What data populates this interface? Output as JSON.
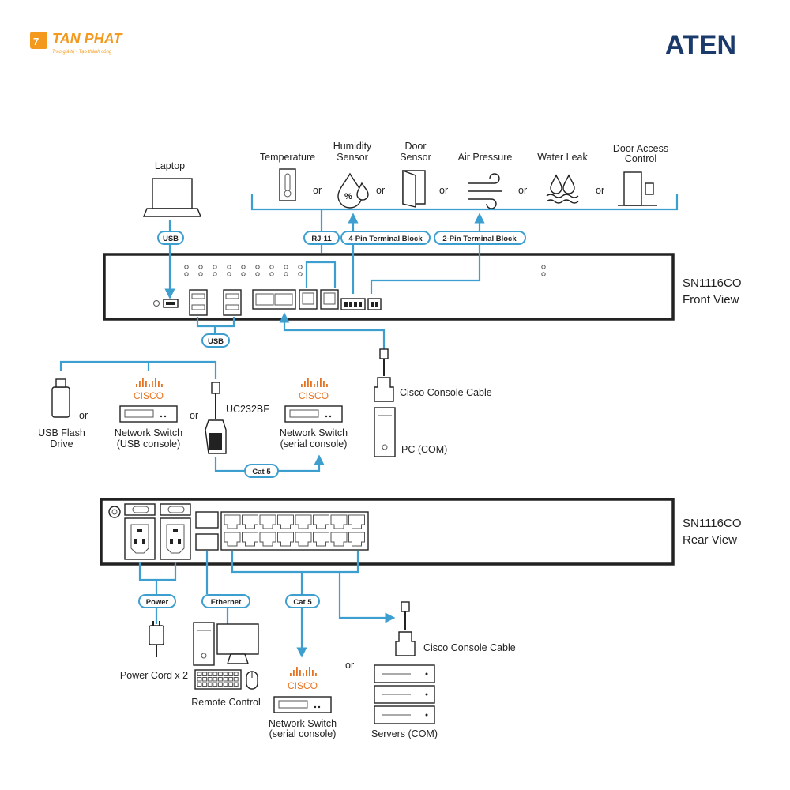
{
  "header": {
    "brand_left": "TAN PHAT",
    "brand_left_tagline": "Trao giá trị - Tạo thành công",
    "brand_right": "ATEN"
  },
  "colors": {
    "connector": "#3d9fd0",
    "cisco": "#e8731f",
    "device": "#222222"
  },
  "front": {
    "sensors": {
      "temperature": "Temperature",
      "humidity_1": "Humidity",
      "humidity_2": "Sensor",
      "door_1": "Door",
      "door_2": "Sensor",
      "air_pressure": "Air Pressure",
      "water_leak": "Water Leak",
      "door_access_1": "Door Access",
      "door_access_2": "Control",
      "or": "or"
    },
    "laptop": "Laptop",
    "pill_usb_top": "USB",
    "pill_rj11": "RJ-11",
    "pill_4pin": "4-Pin Terminal Block",
    "pill_2pin": "2-Pin Terminal Block",
    "device_name": "SN1116CO",
    "device_view": "Front View",
    "pill_usb_bottom": "USB",
    "usb_flash_1": "USB Flash",
    "usb_flash_2": "Drive",
    "or": "or",
    "cisco": "CISCO",
    "switch_usb_1": "Network Switch",
    "switch_usb_2": "(USB console)",
    "uc232bf": "UC232BF",
    "switch_serial_1": "Network Switch",
    "switch_serial_2": "(serial console)",
    "pill_cat5": "Cat 5",
    "console_cable": "Cisco Console Cable",
    "pc_com": "PC (COM)"
  },
  "rear": {
    "device_name": "SN1116CO",
    "device_view": "Rear View",
    "pill_power": "Power",
    "pill_ethernet": "Ethernet",
    "pill_cat5": "Cat 5",
    "power_cord": "Power Cord x 2",
    "remote_control": "Remote Control",
    "cisco": "CISCO",
    "switch_1": "Network Switch",
    "switch_2": "(serial console)",
    "or": "or",
    "console_cable": "Cisco Console Cable",
    "servers": "Servers (COM)"
  }
}
